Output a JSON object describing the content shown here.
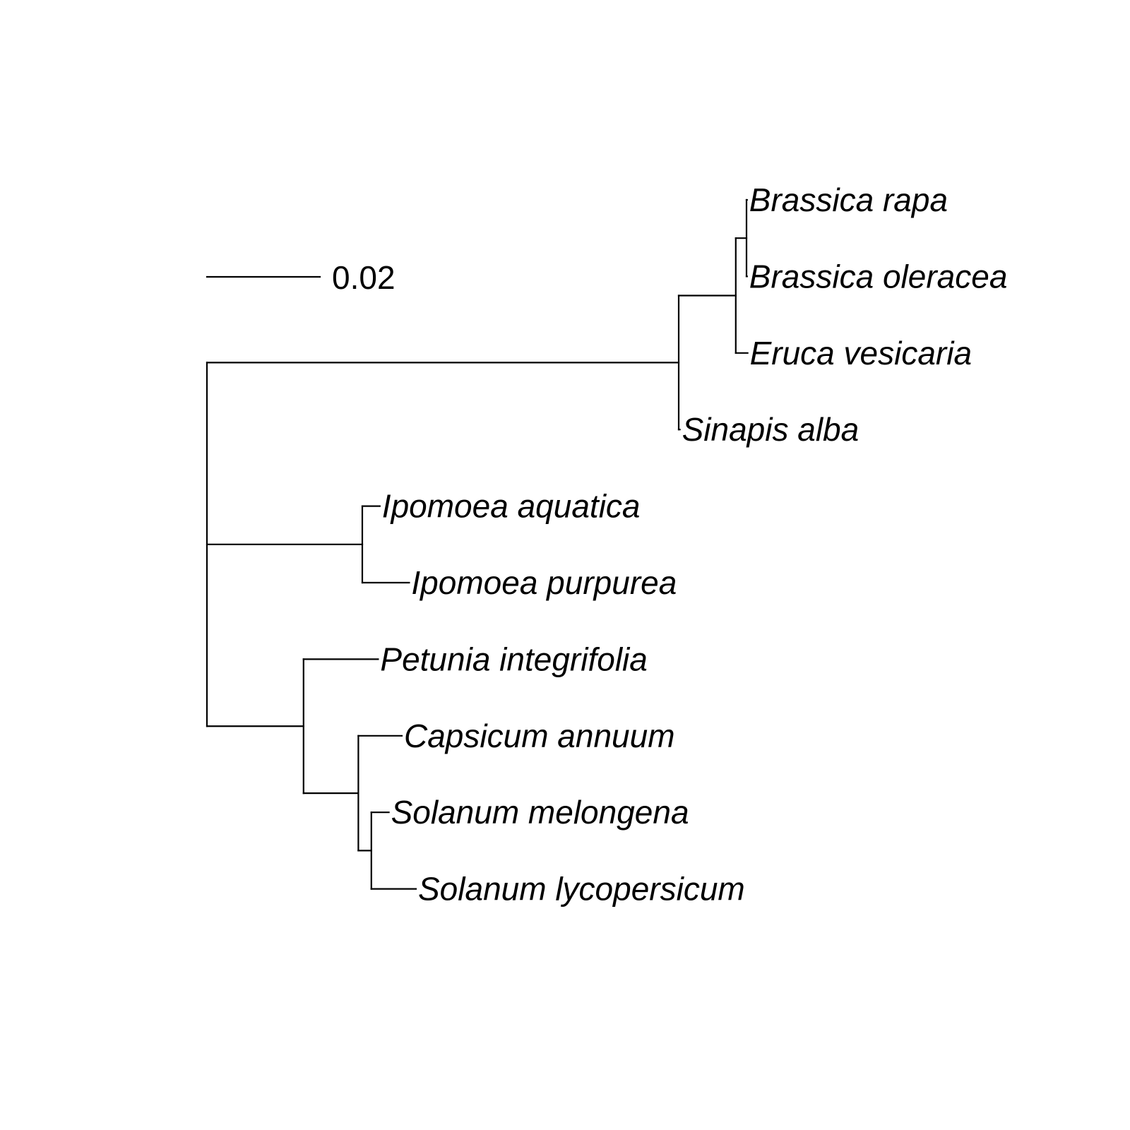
{
  "scale_bar": {
    "label": "0.02",
    "length": 0.02
  },
  "tree": {
    "name": "root",
    "branch_length": 0,
    "children": [
      {
        "name": "brassicaceae-clade",
        "branch_length": 0.0835,
        "children": [
          {
            "name": "brassica-eruca-clade",
            "branch_length": 0.0101,
            "children": [
              {
                "name": "brassica-clade",
                "branch_length": 0.0019,
                "children": [
                  {
                    "label": "Brassica rapa",
                    "branch_length": 0.0001
                  },
                  {
                    "label": "Brassica oleracea",
                    "branch_length": 0.0001
                  }
                ]
              },
              {
                "label": "Eruca vesicaria",
                "branch_length": 0.0021
              }
            ]
          },
          {
            "label": "Sinapis alba",
            "branch_length": 0.0002
          }
        ]
      },
      {
        "name": "ipomoea-clade",
        "branch_length": 0.0275,
        "children": [
          {
            "label": "Ipomoea aquatica",
            "branch_length": 0.0031
          },
          {
            "label": "Ipomoea purpurea",
            "branch_length": 0.0083
          }
        ]
      },
      {
        "name": "solanaceae-clade",
        "branch_length": 0.0171,
        "children": [
          {
            "label": "Petunia integrifolia",
            "branch_length": 0.0132
          },
          {
            "name": "capsicum-solanum-clade",
            "branch_length": 0.0097,
            "children": [
              {
                "label": "Capsicum annuum",
                "branch_length": 0.0077
              },
              {
                "name": "solanum-clade",
                "branch_length": 0.0023,
                "children": [
                  {
                    "label": "Solanum melongena",
                    "branch_length": 0.0031
                  },
                  {
                    "label": "Solanum lycopersicum",
                    "branch_length": 0.0079
                  }
                ]
              }
            ]
          }
        ]
      }
    ]
  }
}
